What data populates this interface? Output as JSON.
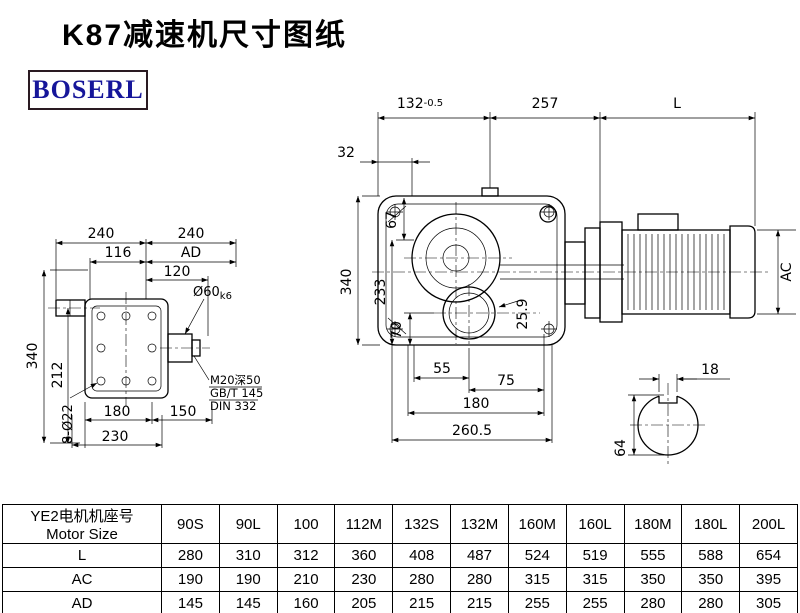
{
  "page": {
    "title": "K87减速机尺寸图纸",
    "brand": "BOSERL"
  },
  "drawing": {
    "top_dims": {
      "d1": "132",
      "d1_tol": "-0.5",
      "d2": "257",
      "d3": "L"
    },
    "main_view": {
      "d32": "32",
      "d67": "67",
      "d340": "340",
      "d233": "233",
      "d70": "70",
      "d25_9": "25.9",
      "d55": "55",
      "d75": "75",
      "d180": "180",
      "d260_5": "260.5",
      "dAC": "AC"
    },
    "side_view": {
      "d240a": "240",
      "d240b": "240",
      "d116": "116",
      "dAD": "AD",
      "d120": "120",
      "shaft_dia": "Ø60",
      "shaft_tol": "k6",
      "d340": "340",
      "d212": "212",
      "bolt_note": "8-Ø22",
      "d180": "180",
      "d150": "150",
      "d230": "230",
      "note1": "M20深50",
      "note2": "GB/T 145",
      "note3": "DIN 332"
    },
    "shaft_view": {
      "d18": "18",
      "d64": "64"
    }
  },
  "table": {
    "header_cn": "YE2电机机座号",
    "header_en": "Motor Size",
    "columns": [
      "90S",
      "90L",
      "100",
      "112M",
      "132S",
      "132M",
      "160M",
      "160L",
      "180M",
      "180L",
      "200L"
    ],
    "rows": [
      {
        "label": "L",
        "values": [
          "280",
          "310",
          "312",
          "360",
          "408",
          "487",
          "524",
          "519",
          "555",
          "588",
          "654"
        ]
      },
      {
        "label": "AC",
        "values": [
          "190",
          "190",
          "210",
          "230",
          "280",
          "280",
          "315",
          "315",
          "350",
          "350",
          "395"
        ]
      },
      {
        "label": "AD",
        "values": [
          "145",
          "145",
          "160",
          "205",
          "215",
          "215",
          "255",
          "255",
          "280",
          "280",
          "305"
        ]
      }
    ]
  }
}
